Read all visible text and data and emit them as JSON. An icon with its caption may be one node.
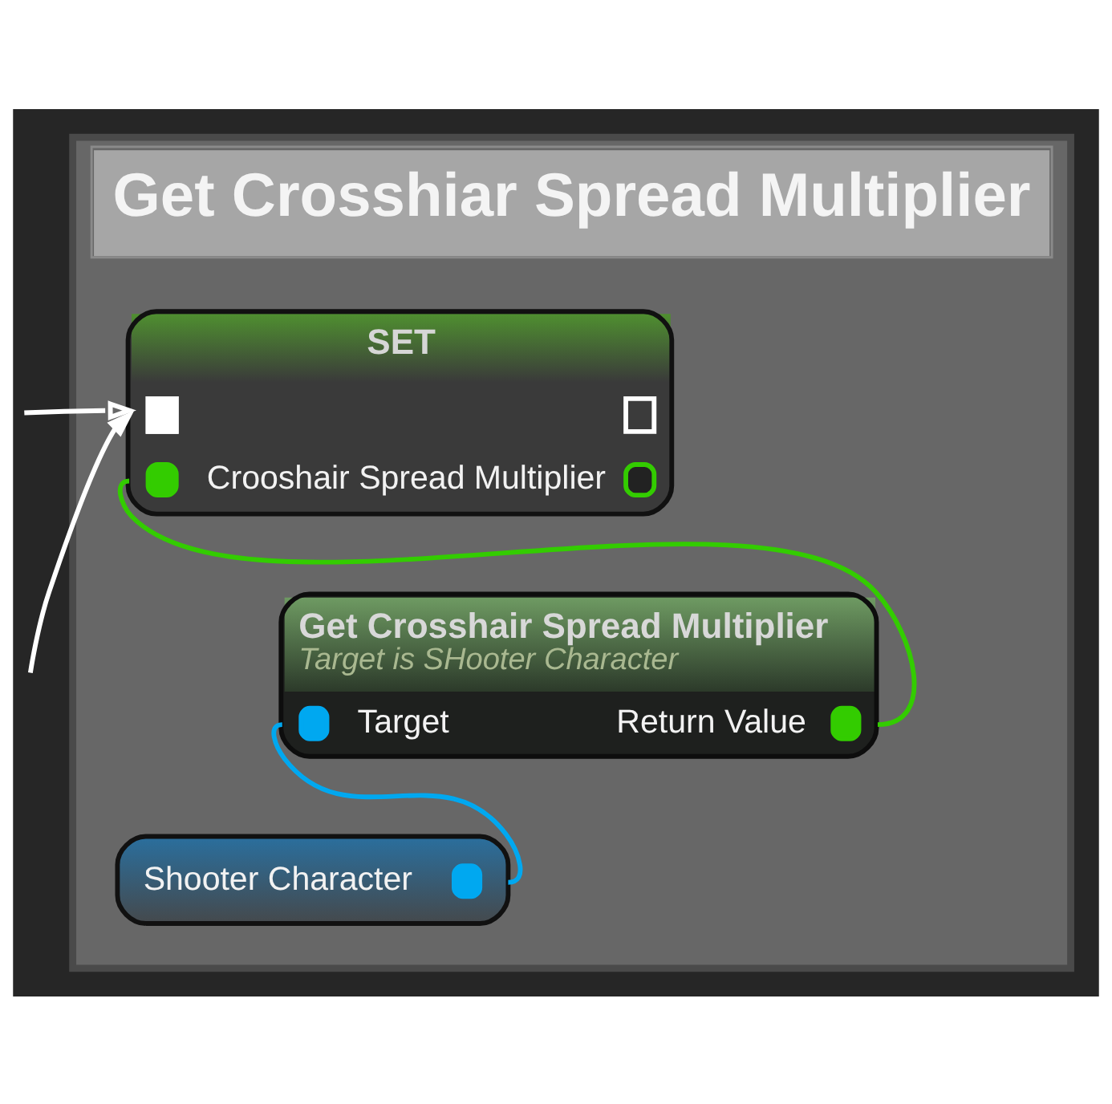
{
  "diagram": {
    "nodes": [
      {
        "text": [
          "Get Crosshiar Spread Multiplier"
        ]
      },
      {
        "text": [
          "SET",
          "Crooshair Spread Multiplier"
        ],
        "in": 0
      },
      {
        "text": [
          "Get Crosshair Spread Multiplier",
          "Target is SHooter Character",
          "Target",
          "Return Value"
        ],
        "in": 0
      },
      {
        "text": [
          "Shooter Character"
        ],
        "in": 0
      }
    ],
    "edges": [
      {
        "from": null,
        "to": 1,
        "arrow": "to"
      },
      {
        "from": null,
        "to": 1,
        "arrow": "to"
      },
      {
        "from": 2,
        "to": 1,
        "arrow": "none",
        "color": "#33cc00"
      },
      {
        "from": 3,
        "to": 2,
        "arrow": "none",
        "color": "#00a8f0"
      }
    ]
  }
}
